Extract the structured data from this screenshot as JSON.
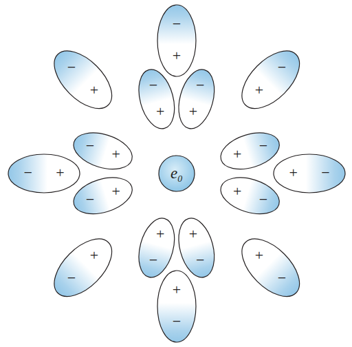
{
  "diagram": {
    "nodes": [
      {
        "text": [
          "e₀"
        ]
      },
      {
        "text": [
          "−",
          "+"
        ]
      },
      {
        "text": [
          "−",
          "+"
        ]
      },
      {
        "text": [
          "−",
          "+"
        ]
      },
      {
        "text": [
          "−",
          "+"
        ]
      },
      {
        "text": [
          "−",
          "+"
        ]
      },
      {
        "text": [
          "−",
          "+"
        ]
      },
      {
        "text": [
          "−",
          "+"
        ]
      },
      {
        "text": [
          "−",
          "+"
        ]
      },
      {
        "text": [
          "+",
          "−"
        ]
      },
      {
        "text": [
          "+",
          "−"
        ]
      },
      {
        "text": [
          "+",
          "−"
        ]
      },
      {
        "text": [
          "+",
          "−"
        ]
      },
      {
        "text": [
          "+",
          "−"
        ]
      },
      {
        "text": [
          "+",
          "−"
        ]
      },
      {
        "text": [
          "+",
          "−"
        ]
      },
      {
        "text": [
          "+",
          "−"
        ]
      }
    ]
  }
}
